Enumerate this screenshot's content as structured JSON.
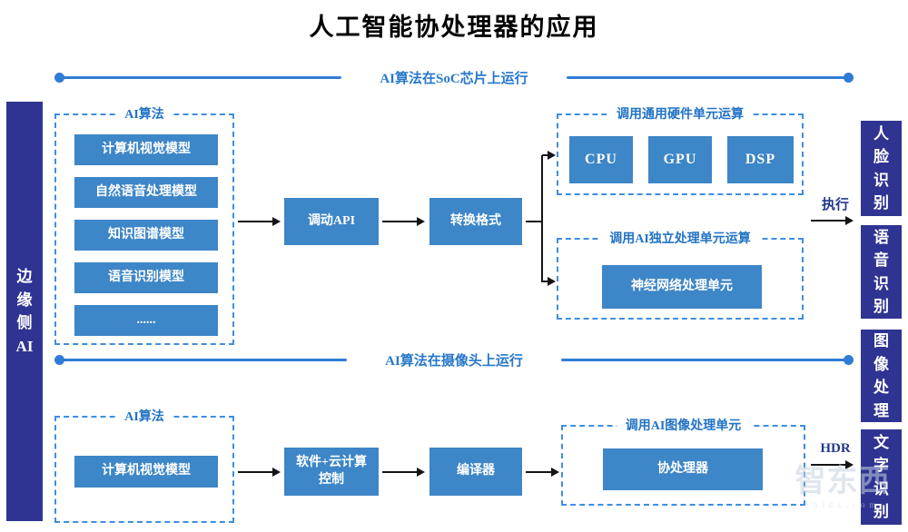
{
  "title": "人工智能协处理器的应用",
  "left_rail": {
    "label": "边缘侧AI"
  },
  "sections": [
    {
      "header": "AI算法在SoC芯片上运行"
    },
    {
      "header": "AI算法在摄像头上运行"
    }
  ],
  "top_flow": {
    "algo_group": {
      "title": "AI算法",
      "items": [
        "计算机视觉模型",
        "自然语音处理模型",
        "知识图谱模型",
        "语音识别模型",
        "......"
      ]
    },
    "call_api": "调动API",
    "convert": "转换格式",
    "hw_group": {
      "title": "调用通用硬件单元运算",
      "items": [
        "CPU",
        "GPU",
        "DSP"
      ]
    },
    "ai_group": {
      "title": "调用AI独立处理单元运算",
      "items": [
        "神经网络处理单元"
      ]
    },
    "exec_label": "执行"
  },
  "bottom_flow": {
    "algo_group": {
      "title": "AI算法",
      "items": [
        "计算机视觉模型"
      ]
    },
    "software": "软件+云计算控制",
    "compiler": "编译器",
    "img_group": {
      "title": "调用AI图像处理单元",
      "items": [
        "协处理器"
      ]
    },
    "hdr_label": "HDR"
  },
  "right_rail": {
    "items": [
      "人脸识别",
      "语音识别",
      "图像处理",
      "文字识别"
    ]
  },
  "watermark": {
    "logo": "智东西",
    "domain": "zhidx.com"
  },
  "colors": {
    "chip_blue": "#3d86c7",
    "dashed_blue": "#3f8ede",
    "navy": "#2f3492",
    "label_blue": "#2273c4",
    "header_blue": "#2878ca",
    "line_blue": "#2f7cd4",
    "arrow_black": "#141414",
    "exec_navy": "#24398c"
  }
}
